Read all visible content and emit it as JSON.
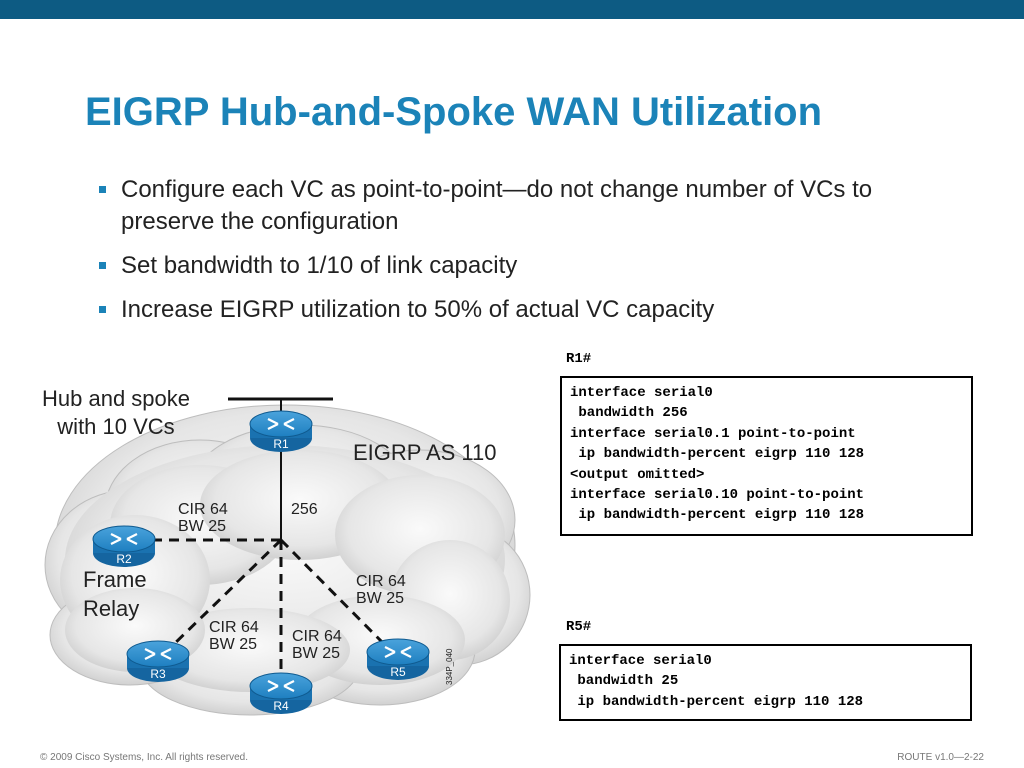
{
  "title": "EIGRP Hub-and-Spoke WAN Utilization",
  "bullets": [
    "Configure each VC as point-to-point—do not change number of VCs to preserve the configuration",
    "Set bandwidth to 1/10 of link capacity",
    "Increase EIGRP utilization to 50% of actual VC capacity"
  ],
  "diagram": {
    "caption_line1": "Hub and spoke",
    "caption_line2": "with 10 VCs",
    "as_label": "EIGRP AS 110",
    "cloud_line1": "Frame",
    "cloud_line2": "Relay",
    "hub_bw": "256",
    "cir": "CIR 64",
    "bw": "BW 25",
    "figure_id": "334P_040",
    "routers": {
      "r1": "R1",
      "r2": "R2",
      "r3": "R3",
      "r4": "R4",
      "r5": "R5"
    }
  },
  "r1_config": {
    "prompt": "R1#",
    "lines": [
      "interface serial0",
      " bandwidth 256",
      "interface serial0.1 point-to-point",
      " ip bandwidth-percent eigrp 110 128",
      "<output omitted>",
      "interface serial0.10 point-to-point",
      " ip bandwidth-percent eigrp 110 128"
    ]
  },
  "r5_config": {
    "prompt": "R5#",
    "lines": [
      "interface serial0",
      " bandwidth 25",
      " ip bandwidth-percent eigrp 110 128"
    ]
  },
  "footer": {
    "copyright": "© 2009 Cisco Systems, Inc. All rights reserved.",
    "course": "ROUTE v1.0—2-22"
  },
  "colors": {
    "accent": "#1b83b8",
    "topbar": "#0d5b83",
    "router": "#1e7fc0"
  }
}
